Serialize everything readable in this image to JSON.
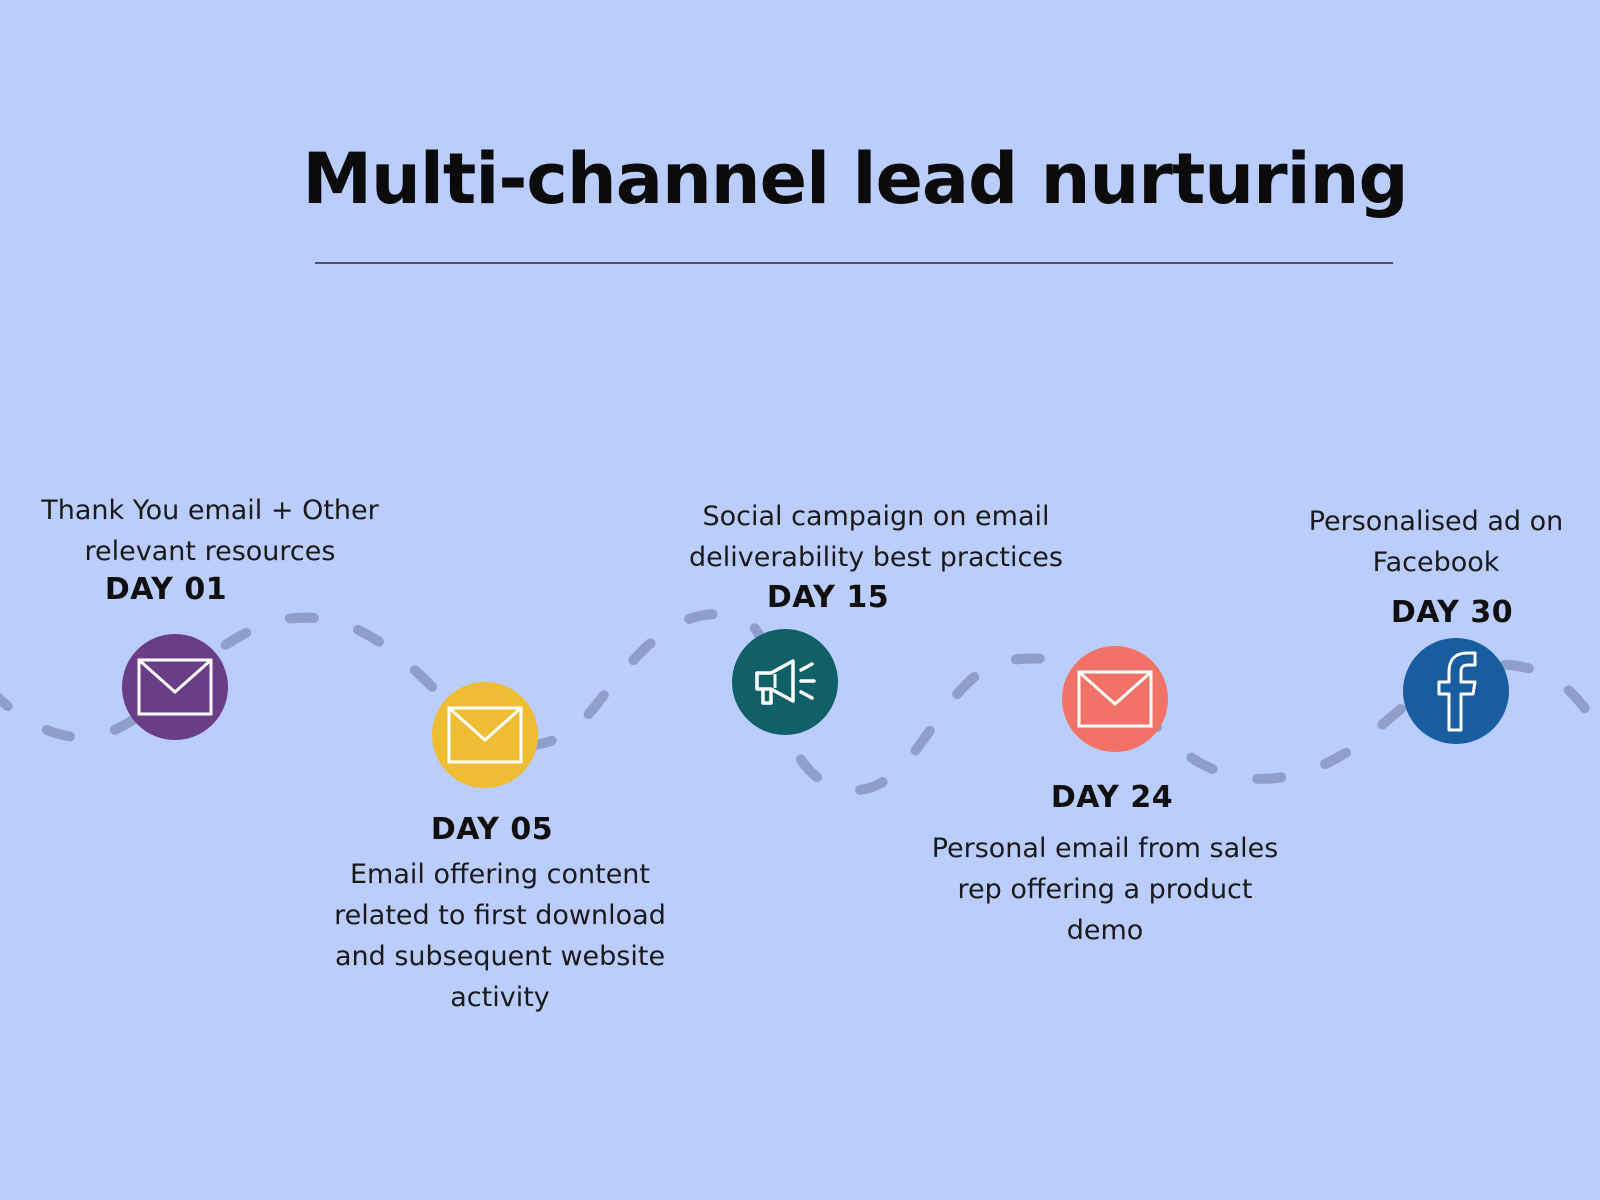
{
  "title": "Multi-channel lead nurturing",
  "colors": {
    "background": "#bbcdfd",
    "path": "#8f9fc9",
    "day01": "#6a3d87",
    "day05": "#efbd33",
    "day15": "#116068",
    "day24": "#f27268",
    "day30": "#175da0"
  },
  "steps": [
    {
      "day": "DAY 01",
      "text": "Thank You email + Other relevant resources",
      "icon": "envelope-icon"
    },
    {
      "day": "DAY 05",
      "text": "Email offering content related to first download and subsequent website activity",
      "icon": "envelope-icon"
    },
    {
      "day": "DAY 15",
      "text": "Social campaign on email deliverability best practices",
      "icon": "megaphone-icon"
    },
    {
      "day": "DAY 24",
      "text": "Personal email from sales rep offering a product demo",
      "icon": "envelope-icon"
    },
    {
      "day": "DAY 30",
      "text": "Personalised ad on Facebook",
      "icon": "facebook-icon"
    }
  ]
}
